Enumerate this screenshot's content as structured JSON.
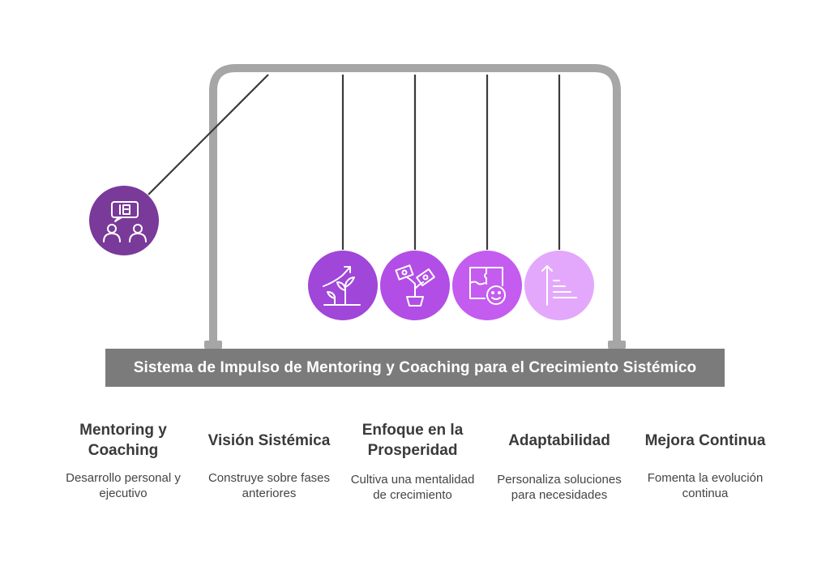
{
  "title": "Sistema de Impulso de Mentoring y Coaching para el Crecimiento Sistémico",
  "colors": {
    "frame": "#a6a6a6",
    "banner": "#7b7b7b",
    "string": "#3a3a3a",
    "ball_1": "#7a3a99",
    "ball_2": "#a046d8",
    "ball_3": "#b24ee6",
    "ball_4": "#c45cf0",
    "ball_5": "#e3a8fb",
    "icon": "#ffffff"
  },
  "balls": [
    {
      "icon": "mentoring-conversation-icon"
    },
    {
      "icon": "growth-plant-icon"
    },
    {
      "icon": "money-plant-icon"
    },
    {
      "icon": "puzzle-face-icon"
    },
    {
      "icon": "ascending-bars-icon"
    }
  ],
  "columns": [
    {
      "title": "Mentoring y Coaching",
      "description": "Desarrollo personal y ejecutivo"
    },
    {
      "title": "Visión Sistémica",
      "description": "Construye sobre fases anteriores"
    },
    {
      "title": "Enfoque en la Prosperidad",
      "description": "Cultiva una mentalidad de crecimiento"
    },
    {
      "title": "Adaptabilidad",
      "description": "Personaliza soluciones para necesidades"
    },
    {
      "title": "Mejora Continua",
      "description": "Fomenta la evolución continua"
    }
  ]
}
